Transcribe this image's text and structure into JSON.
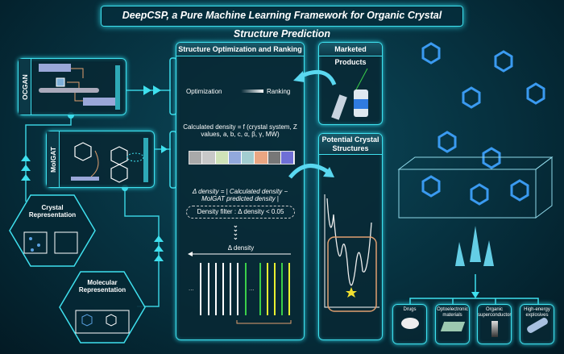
{
  "title": "DeepCSP, a Pure Machine Learning Framework for Organic Crystal Structure Prediction",
  "models": {
    "ocgan": "OCGAN",
    "molgat": "MolGAT"
  },
  "representations": {
    "crystal": "Crystal Representation",
    "molecular": "Molecular Representation"
  },
  "center_panel": {
    "header": "Structure Optimization and Ranking",
    "optimization": "Optimization",
    "ranking": "Ranking",
    "density_formula": "Calculated density = f (crystal system, Z values, a, b, c, α, β, γ, MW)",
    "feature_colors": [
      "#a9a9a9",
      "#c8c8c8",
      "#cfe3b8",
      "#92a9dc",
      "#a2cdd0",
      "#eaa682",
      "#777777",
      "#6f6fd6"
    ],
    "delta_formula": "Δ density = | Calculated density − MolGAT predicted density |",
    "filter": "Density filter : Δ density < 0.05",
    "delta_axis": "Δ density",
    "ellipsis": "..."
  },
  "marketed_products": {
    "header": "Marketed Products"
  },
  "potential_structures": {
    "header": "Potential Crystal Structures"
  },
  "applications": [
    {
      "label": "Drugs"
    },
    {
      "label": "Optoelectronic materials"
    },
    {
      "label": "Organic superconductor"
    },
    {
      "label": "High-energy explosives"
    }
  ]
}
